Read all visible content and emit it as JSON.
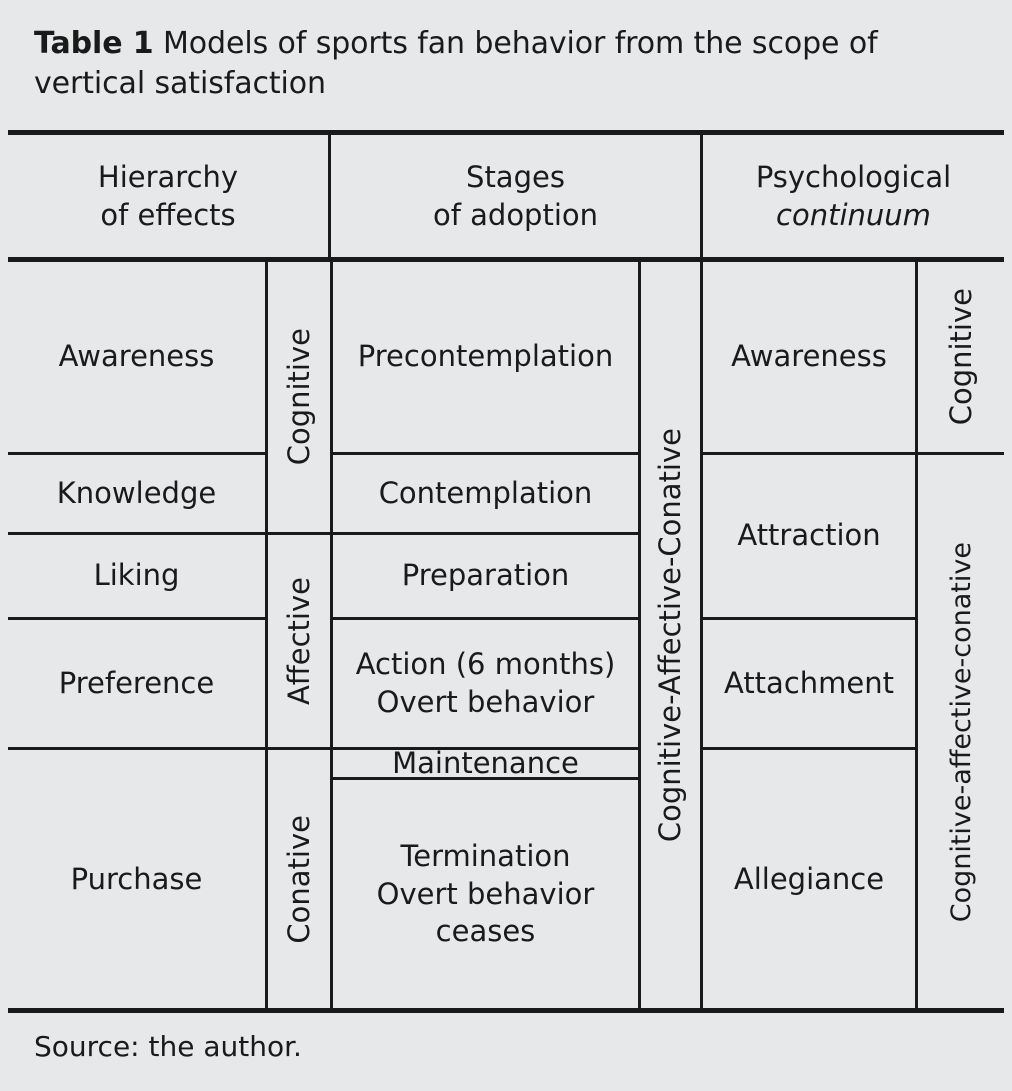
{
  "caption": {
    "label": "Table 1",
    "text": "Models of sports fan behavior from the scope of vertical satisfaction"
  },
  "header": {
    "col1": {
      "line1": "Hierarchy",
      "line2": "of effects"
    },
    "col2": {
      "line1": "Stages",
      "line2": "of adoption"
    },
    "col3": {
      "line1": "Psychological",
      "line2": "continuum"
    }
  },
  "chart_data": {
    "type": "table",
    "title": "Models of sports fan behavior from the scope of vertical satisfaction",
    "columns": [
      "Hierarchy of effects",
      "Stages of adoption",
      "Psychological continuum"
    ],
    "hierarchy_of_effects": [
      "Awareness",
      "Knowledge",
      "Liking",
      "Preference",
      "Purchase"
    ],
    "hierarchy_bands": [
      "Cognitive",
      "Affective",
      "Conative"
    ],
    "stages_of_adoption": [
      "Precontemplation",
      "Contemplation",
      "Preparation",
      "Action (6 months)\nOvert behavior",
      "Maintenance",
      "Termination\nOvert behavior\nceases"
    ],
    "stages_band": "Cognitive-Affective-Conative",
    "psychological_continuum": [
      "Awareness",
      "Attraction",
      "Attachment",
      "Allegiance"
    ],
    "continuum_bands": [
      "Cognitive",
      "Cognitive-affective-conative"
    ]
  },
  "rows": {
    "hoe": {
      "r1": "Awareness",
      "r2": "Knowledge",
      "r3": "Liking",
      "r4": "Preference",
      "r5": "Purchase"
    },
    "hoe_band": {
      "b1": "Cognitive",
      "b2": "Affective",
      "b3": "Conative"
    },
    "soa": {
      "r1": "Precontemplation",
      "r2": "Contemplation",
      "r3": "Preparation",
      "r4a": "Action (6 months)",
      "r4b": "Overt behavior",
      "r5": "Maintenance",
      "r6a": "Termination",
      "r6b": "Overt behavior",
      "r6c": "ceases"
    },
    "soa_band": {
      "b1": "Cognitive-Affective-Conative"
    },
    "pc": {
      "r1": "Awareness",
      "r2": "Attraction",
      "r3": "Attachment",
      "r4": "Allegiance"
    },
    "pc_band": {
      "b1": "Cognitive",
      "b2": "Cognitive-affective-conative"
    }
  },
  "footer": {
    "source": "Source: the author."
  },
  "colors": {
    "background": "#e6e8ea",
    "rule": "#1a1a1a",
    "text": "#1a1a1a"
  }
}
